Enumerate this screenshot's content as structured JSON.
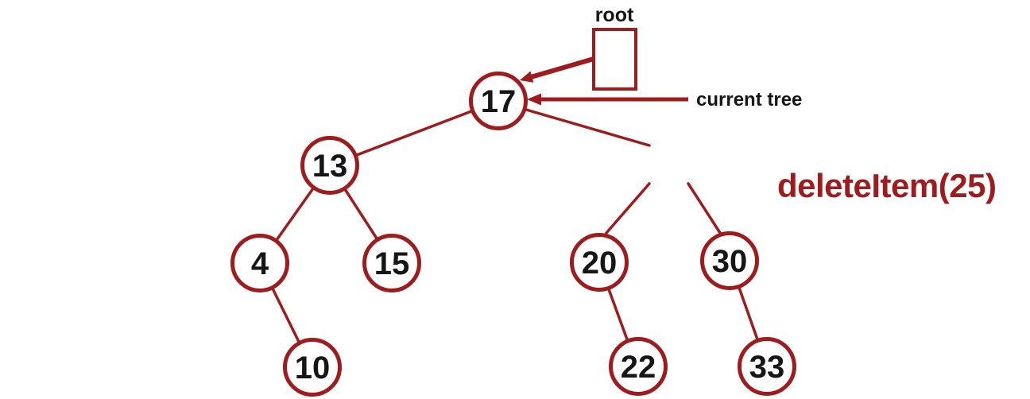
{
  "labels": {
    "root_pointer": "root",
    "current_tree_pointer": "current tree",
    "operation": "deleteItem(25)"
  },
  "colors": {
    "accent_red": "#9E1B1E",
    "label_text": "#161616",
    "background": "#FFFFFF"
  },
  "tree": {
    "type": "binary-search-tree",
    "root_value": "17",
    "nodes": [
      {
        "value": "17"
      },
      {
        "value": "13"
      },
      {
        "value": "4"
      },
      {
        "value": "15"
      },
      {
        "value": "10"
      },
      {
        "value": "20"
      },
      {
        "value": "30"
      },
      {
        "value": "22"
      },
      {
        "value": "33"
      }
    ],
    "removed_value": "25",
    "edges": [
      [
        "17",
        "13"
      ],
      [
        "13",
        "4"
      ],
      [
        "13",
        "15"
      ],
      [
        "4",
        "10"
      ],
      [
        "17",
        "25-removed"
      ],
      [
        "25-removed",
        "20"
      ],
      [
        "25-removed",
        "30"
      ],
      [
        "20",
        "22"
      ],
      [
        "30",
        "33"
      ]
    ]
  }
}
